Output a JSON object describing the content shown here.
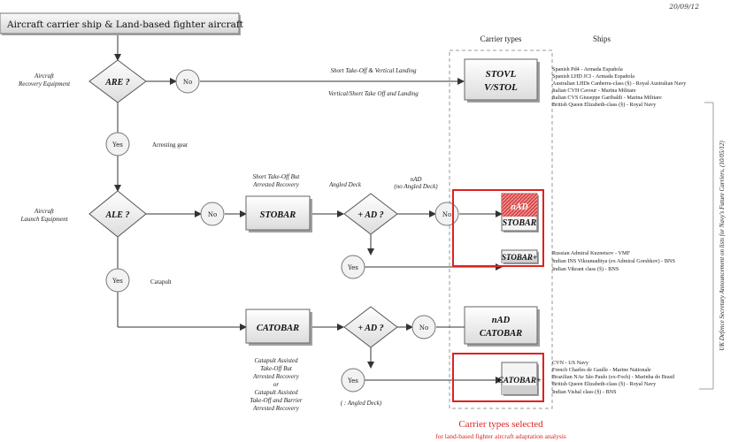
{
  "title": "Aircraft carrier ship & Land-based fighter aircraft",
  "date": "20/09/12",
  "headers": {
    "carrier_types": "Carrier types",
    "ships": "Ships"
  },
  "left_labels": {
    "recovery": [
      "Aircraft",
      "Recovery Equipment"
    ],
    "launch": [
      "Aircraft",
      "Launch Equipment"
    ]
  },
  "decisions": {
    "are": "ARE ?",
    "ale": "ALE ?",
    "ad1": "+ AD ?",
    "ad2": "+ AD ?"
  },
  "circles": {
    "no": "No",
    "yes": "Yes"
  },
  "edge_labels": {
    "arresting_gear": "Arresting gear",
    "catapult": "Catapult",
    "stovl": "Short Take-Off & Vertical Landing",
    "vstol": "Vertical/Short Take Off and Landing",
    "stobar_desc": [
      "Short Take-Off But",
      "Arrested Recovery"
    ],
    "angled_deck": "Angled Deck",
    "nad_desc": [
      "nAD",
      "(no Angled Deck)"
    ],
    "catobar_desc": [
      "Catapult Assisted",
      "Take-Off But",
      "Arrested Recovery",
      "or",
      "Catapult Assisted",
      "Take-Off and Barrier",
      "Arrested Recovery"
    ],
    "angled_deck_note": "( : Angled Deck)"
  },
  "process_boxes": {
    "stobar": "STOBAR",
    "catobar": "CATOBAR"
  },
  "carrier_types": {
    "stovl": [
      "STOVL",
      "V/STOL"
    ],
    "nad_stobar": [
      "nAD",
      "STOBAR"
    ],
    "stobar_plus": "STOBAR+",
    "nad_catobar": [
      "nAD",
      "CATOBAR"
    ],
    "catobar_plus": "CATOBAR+"
  },
  "ships": {
    "stovl": [
      "Spanish Pd4 - Armada Española",
      "Spanish LHD JCI - Armada Española",
      "Australian LHDs Canberra-class (§) - Royal Australian Navy",
      "Italian CVH Cavour - Marina Militare",
      "Italian CVS Giuseppe Garibaldi - Marina Militare",
      "British Queen Elizabeth-class (§) - Royal Navy"
    ],
    "stobar": [
      "Russian Admiral Kuznetsov - VMF",
      "Indian INS Vikramaditya (ex Admiral Gorshkov) - BNS",
      "Indian Vikrant class (§) - BNS"
    ],
    "catobar": [
      "CVN - US Navy",
      "French Charles de Gaulle - Marine Nationale",
      "Brazilian NAe São Paulo (ex-Foch) - Marinha do Brasil",
      "British Queen Elizabeth-class (§) - Royal Navy",
      "Indian Vishal class (§) - BNS"
    ]
  },
  "side_note": "UK Defence Secretary Announcement on lists for Navy's Future Carriers, (10/05/12)",
  "footer": {
    "selected": "Carrier types selected",
    "analysis": "for land-based fighter aircraft adaptation analysis"
  },
  "colors": {
    "accent_red": "#e02020",
    "hatch_red": "#d84848",
    "box_fill": "#ececec"
  }
}
